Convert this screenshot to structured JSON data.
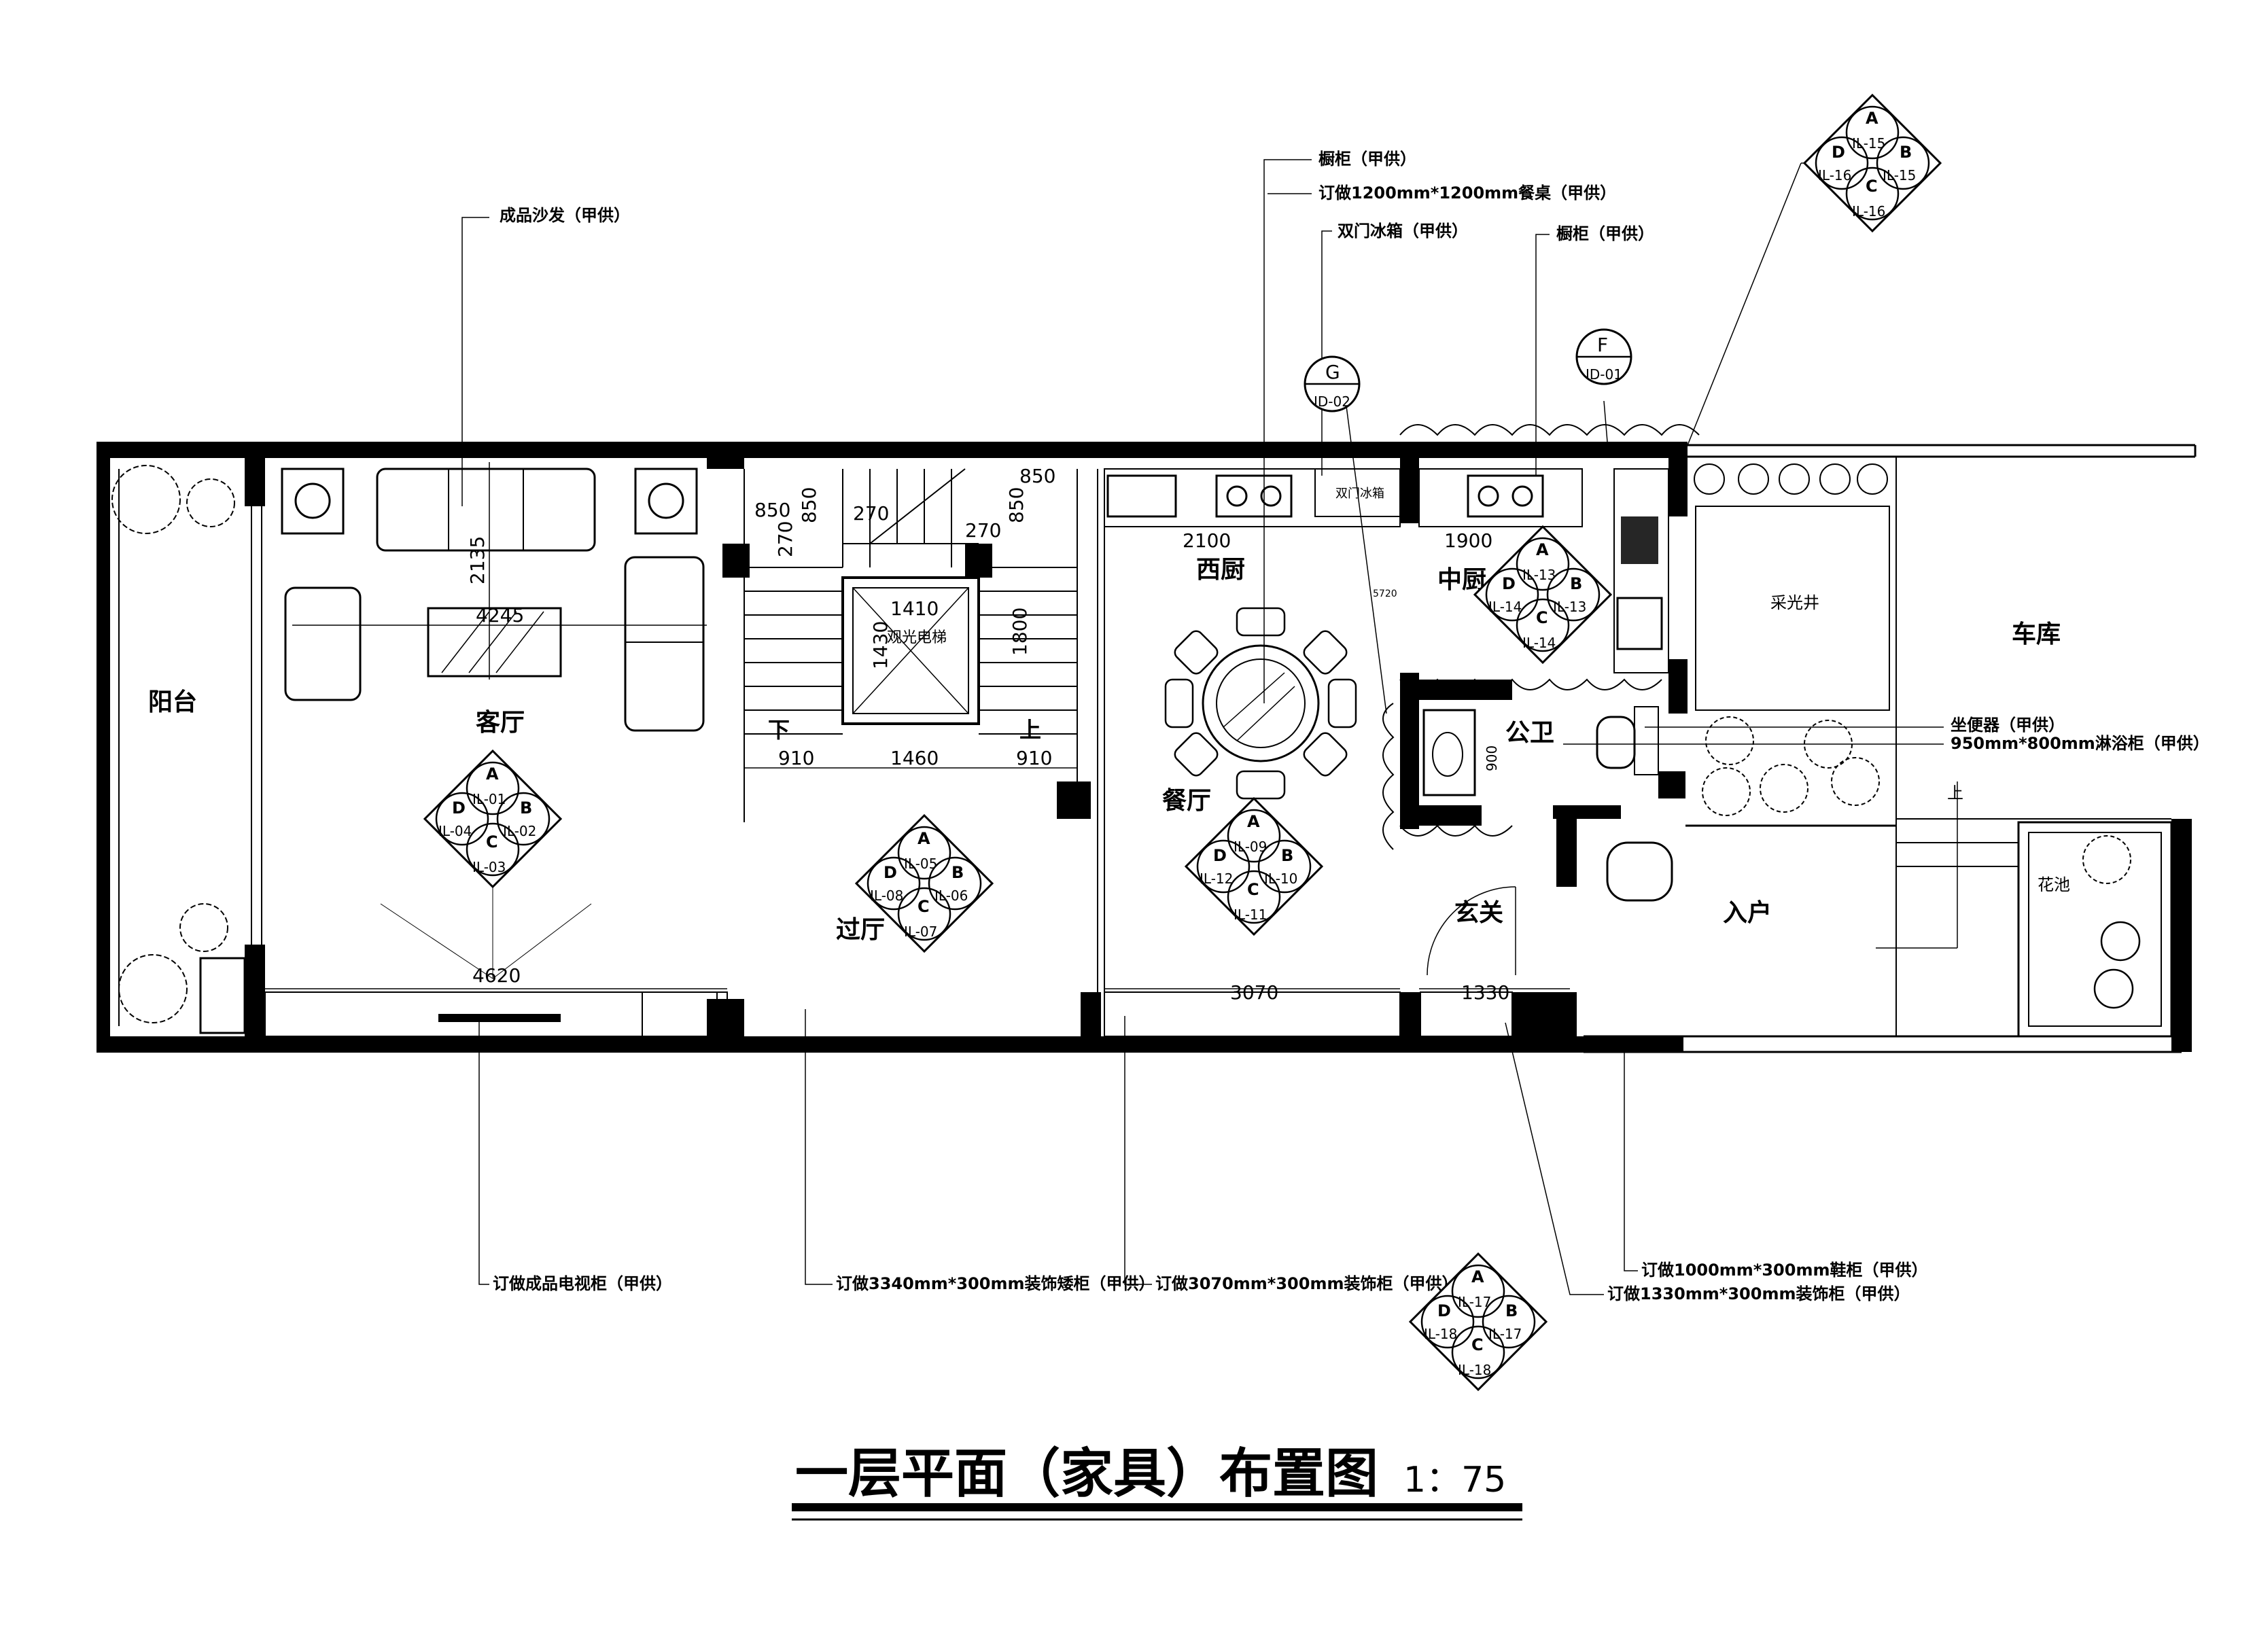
{
  "title": "一层平面（家具）布置图",
  "scale": "1：75",
  "rooms": {
    "balcony": "阳台",
    "living": "客厅",
    "hall": "过厅",
    "west_kitchen": "西厨",
    "dining": "餐厅",
    "middle_kitchen": "中厨",
    "bathroom": "公卫",
    "foyer": "玄关",
    "entry": "入户",
    "garage": "车库",
    "skylight_well": "采光井",
    "flower_bed": "花池",
    "elevator": "观光电梯",
    "stair_down": "下",
    "stair_up": "上",
    "entry_up": "上"
  },
  "dimensions": {
    "living_width_top": "4245",
    "living_depth": "2135",
    "living_width_bottom": "4620",
    "stair_850_a": "850",
    "stair_850_b": "850",
    "stair_850_c": "850",
    "stair_850_d": "850",
    "stair_270_a": "270",
    "stair_270_b": "270",
    "stair_270_c": "270",
    "elevator_w": "1410",
    "elevator_d": "1430",
    "stair_1800": "1800",
    "stair_910_a": "910",
    "stair_1460": "1460",
    "stair_910_b": "910",
    "kitchen_2100": "2100",
    "kitchen_1900": "1900",
    "dining_3070": "3070",
    "foyer_1330": "1330",
    "bath_900": "900",
    "fridge_5720": "5720"
  },
  "annotations": {
    "sofa": "成品沙发（甲供）",
    "cabinet_1": "橱柜（甲供）",
    "dining_table": "订做1200mm*1200mm餐桌（甲供）",
    "fridge": "双门冰箱（甲供）",
    "cabinet_2": "橱柜（甲供）",
    "fridge_label": "双门冰箱",
    "toilet": "坐便器（甲供）",
    "shower": "950mm*800mm淋浴柜（甲供）",
    "tv_cabinet": "订做成品电视柜（甲供）",
    "deco_3340": "订做3340mm*300mm装饰矮柜（甲供）",
    "deco_3070": "订做3070mm*300mm装饰柜（甲供）",
    "shoe_cabinet": "订做1000mm*300mm鞋柜（甲供）",
    "deco_1330": "订做1330mm*300mm装饰柜（甲供）"
  },
  "section_markers": {
    "G": {
      "letter": "G",
      "ref": "ID-02"
    },
    "F": {
      "letter": "F",
      "ref": "ID-01"
    }
  },
  "elevation_indices": [
    {
      "A": "IL-01",
      "B": "IL-02",
      "C": "IL-03",
      "D": "IL-04"
    },
    {
      "A": "IL-05",
      "B": "IL-06",
      "C": "IL-07",
      "D": "IL-08"
    },
    {
      "A": "IL-09",
      "B": "IL-10",
      "C": "IL-11",
      "D": "IL-12"
    },
    {
      "A": "IL-13",
      "B": "IL-13",
      "C": "IL-14",
      "D": "IL-14"
    },
    {
      "A": "IL-15",
      "B": "IL-15",
      "C": "IL-16",
      "D": "IL-16"
    },
    {
      "A": "IL-17",
      "B": "IL-17",
      "C": "IL-18",
      "D": "IL-18"
    }
  ],
  "letters": {
    "A": "A",
    "B": "B",
    "C": "C",
    "D": "D"
  }
}
